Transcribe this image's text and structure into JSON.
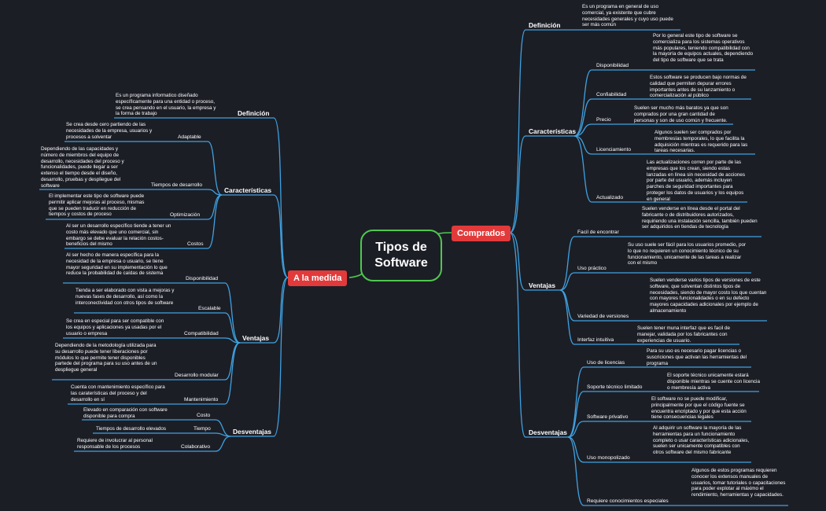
{
  "center": "Tipos de Software",
  "left": {
    "title": "A la medida",
    "definicion": {
      "label": "Definición",
      "text": "Es un programa informatico diseñado específicamente para una entidad o proceso, se crea pensando en el usuario, la empresa y la forma de trabajo"
    },
    "caracteristicas": {
      "label": "Características",
      "items": [
        {
          "label": "Adaptable",
          "text": "Se crea desde cero partiendo de las necesidades de la empresa, usuarios y procesos a solventar"
        },
        {
          "label": "Tiempos de desarrollo",
          "text": "Dependiendo de las capacidades y número de miembros del equipo de desarrollo, necesidades del proceso y funcionalidades, puede llegar a ser extenso el tiempo desde el diseño, desarrollo, pruebas y despliegue del software"
        },
        {
          "label": "Optimización",
          "text": "El implementar este tipo de software puede permitir aplicar mejoras al proceso, mismas que se pueden traducir en reducción de tiempos y costos de proceso"
        },
        {
          "label": "Costos",
          "text": "Al ser un desarrollo específico tiende a tener un costo más elevado que uno comercial, sin embargo se debe evaluar la relación costos- beneficios del mismo"
        }
      ]
    },
    "ventajas": {
      "label": "Ventajas",
      "items": [
        {
          "label": "Disponibilidad",
          "text": "Al ser hecho de manera específica para la necesidad de la empresa o usuario, se tiene mayor seguridad en su implementación lo que reduce la probabilidad de caídas de sistema"
        },
        {
          "label": "Escalable",
          "text": "Tienda a ser elaborado con vista a mejoras y nuevas fases de desarrollo, así como la interconectividad con otros tipos de software"
        },
        {
          "label": "Compatibilidad",
          "text": "Se crea en especial para ser compatible con los equipos y aplicaciones ya usadas por el usuario o empresa"
        },
        {
          "label": "Desarrollo modular",
          "text": "Dependiendo de la metodología utilizada para su desarrollo puede tener liberaciones por módulos lo que permite tener disponibles partede del programa para su uso antes de un despliegue general"
        },
        {
          "label": "Mantenimiento",
          "text": "Cuenta con mantenimiento específico para las caraterísticas del proceso y del desarrollo en sí"
        }
      ]
    },
    "desventajas": {
      "label": "Desventajas",
      "items": [
        {
          "label": "Costo",
          "text": "Elevado en comparación con software disponible para compra"
        },
        {
          "label": "Tiempo",
          "text": "Tiempos de desarrollo elevados"
        },
        {
          "label": "Colaborativo",
          "text": "Requiere de involucrar al personal responsable de los procesos"
        }
      ]
    }
  },
  "right": {
    "title": "Comprados",
    "definicion": {
      "label": "Definición",
      "text": "Es un programa en general de uso comercial, ya existente que cubre necesidades generales y cuyo uso puede ser más común"
    },
    "caracteristicas": {
      "label": "Características",
      "items": [
        {
          "label": "Disponibilidad",
          "text": "Por lo general este tipo de software se comercializa para los sistemas operativos más populares, teniendo compatibilidad con la mayoría de equipos actuales, dependiendo del tipo de software que se trata"
        },
        {
          "label": "Confiabilidad",
          "text": "Estos software se producen bajo normas de calidad que permiten depurar errores importantes antes de su lanzamiento o comercialización al público"
        },
        {
          "label": "Precio",
          "text": "Suelen ser mucho más baratos ya que son comprados por una gran cantidad de personas y son de uso común y frecuente."
        },
        {
          "label": "Licenciamiento",
          "text": "Algunos suelen ser comprados por membresías temporales, lo que facilita la adquisición mientras es requerido para las tareas necesarias."
        },
        {
          "label": "Actualizado",
          "text": "Las actualizaciones corren por parte de las empresas que los crean, siendo estas lanzadas en línea sin necesidad de acciones por parte del usuario, además incluyen parches de seguridad importantes para proteger los datos de usuarios y los equipos en general"
        }
      ]
    },
    "ventajas": {
      "label": "Ventajas",
      "items": [
        {
          "label": "Facil de encontrar",
          "text": "Suelen venderse en línea desde el portal del fabricante o de distribuidores autorizados, requiriendo una instalación sencilla, también pueden ser adquiridos en tiendas de tecnología"
        },
        {
          "label": "Uso práctico",
          "text": "Su uso suele ser fácil para los usuarios promedio, por lo que no requieren un conocimiento técnico de su funcionamiento, unicamente de las tareas a realizar con el mismo"
        },
        {
          "label": "Variedad de versiones",
          "text": "Suelen venderse varios tipos de versiones de este software, que solventan distintos tipos de necesidades, siendo de mayor costo los que cuentan con mayores funcionalidades o en su defecto mayores capacidades adicionales por ejemplo de almacenamiento"
        },
        {
          "label": "Interfaz intuitiva",
          "text": "Suelen tener muna interfaz que es facil de manejar, validada por los fabricantes con experiencias de usuario."
        }
      ]
    },
    "desventajas": {
      "label": "Desventajas",
      "items": [
        {
          "label": "Uso de licencias",
          "text": "Para su uso es necesario pagar licencias o suscriciones que activan las herramientas del programa"
        },
        {
          "label": "Soporte técnico limitado",
          "text": "El soporte técnico unicamente estará disponible mientras se cuente con licencia o membresía activa"
        },
        {
          "label": "Software privativo",
          "text": "El software no se puede modificar, principalmente por que el código fuente se encuentra encriptado y por que esta acción tiene consecuencias legales"
        },
        {
          "label": "Uso monopolizado",
          "text": "Al adquirir un software la mayoría de las herramientas para un funcionamiento completo o usar características adicionales, suelen ser unicamente compatibles con otros software del mismo fabricante"
        },
        {
          "label": "Requiere conocimientos especiales",
          "text": "Algunos de estos programas requieren conocer los extensos manuales de usuarios, tomar tutoriales o capacitaciones para poder explotar al máximo el rendimiento, herramientas y capacidades."
        }
      ]
    }
  }
}
